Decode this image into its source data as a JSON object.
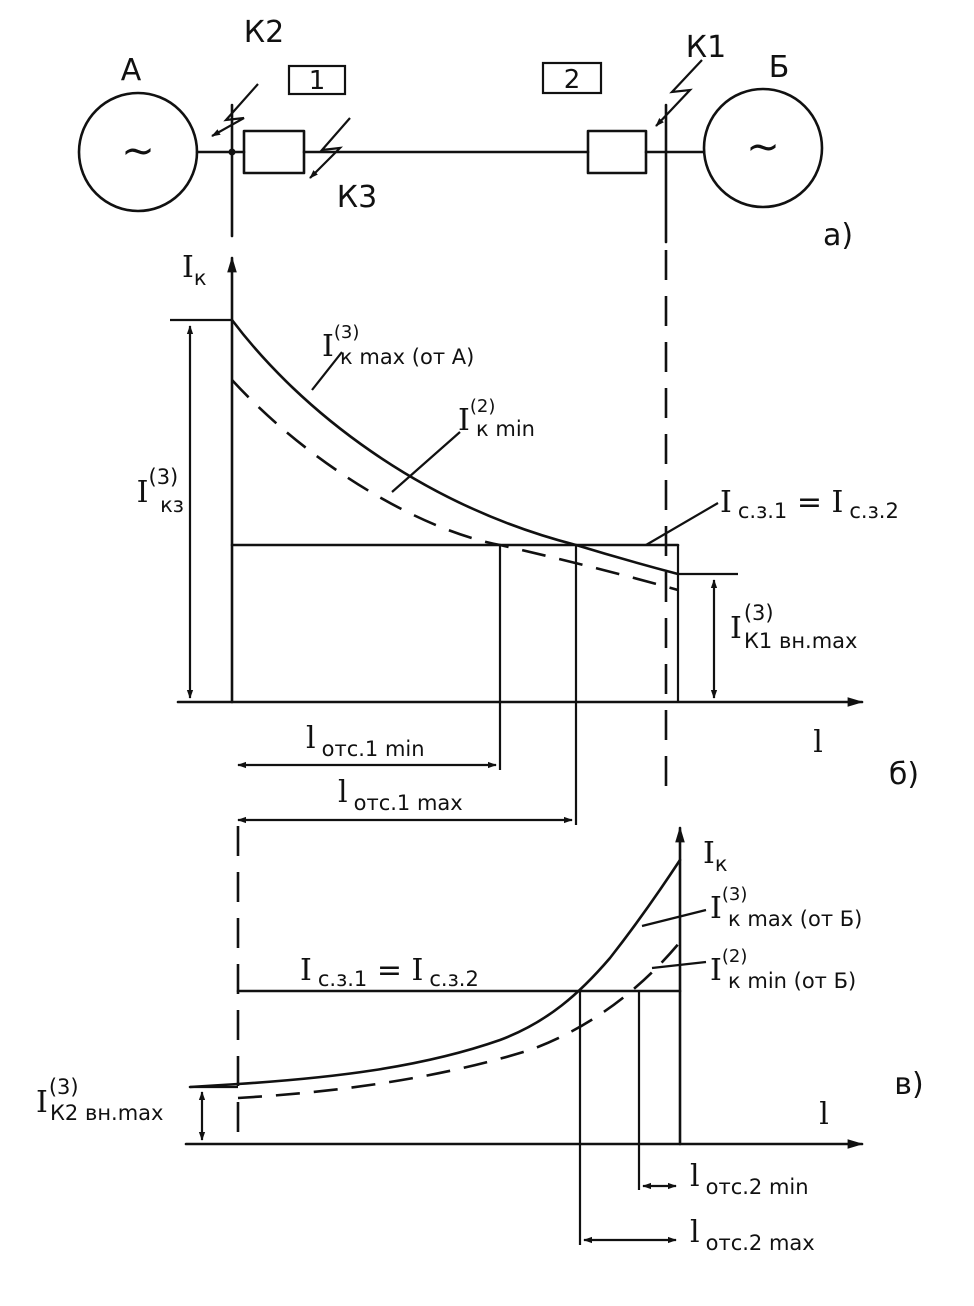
{
  "scheme": {
    "source_a": "А",
    "source_b": "Б",
    "tilde": "~",
    "breaker_1": "1",
    "breaker_2": "2",
    "fault_k1": "К1",
    "fault_k2": "К2",
    "fault_k3": "К3",
    "panel_label": "а)"
  },
  "graph_b": {
    "panel_label": "б)",
    "y_axis_label": {
      "main": "I",
      "sub": "к"
    },
    "x_axis_label": "l",
    "curve_max": {
      "main": "I",
      "sup": "(3)",
      "sub": "к max (от А)"
    },
    "curve_min": {
      "main": "I",
      "sup": "(2)",
      "sub": "к min"
    },
    "setting": {
      "main1": "I",
      "sub1": "с.з.1",
      "eq": " = ",
      "main2": "I",
      "sub2": "с.з.2"
    },
    "ik3": {
      "main": "I",
      "sup": "(3)",
      "sub": "кз"
    },
    "ik1": {
      "main": "I",
      "sup": "(3)",
      "sub": "К1 вн.max"
    },
    "l_min": {
      "main": "l",
      "sub": "отс.1 min"
    },
    "l_max": {
      "main": "l",
      "sub": "отс.1 max"
    }
  },
  "graph_v": {
    "panel_label": "в)",
    "y_axis_label": {
      "main": "I",
      "sub": "к"
    },
    "x_axis_label": "l",
    "curve_max": {
      "main": "I",
      "sup": "(3)",
      "sub": "к max (от Б)"
    },
    "curve_min": {
      "main": "I",
      "sup": "(2)",
      "sub": "к min (от Б)"
    },
    "setting": {
      "main1": "I",
      "sub1": "с.з.1",
      "eq": " = ",
      "main2": "I",
      "sub2": "с.з.2"
    },
    "ik2": {
      "main": "I",
      "sup": "(3)",
      "sub": "К2 вн.max"
    },
    "l_min": {
      "main": "l",
      "sub": "отс.2 min"
    },
    "l_max": {
      "main": "l",
      "sub": "отс.2 max"
    }
  }
}
